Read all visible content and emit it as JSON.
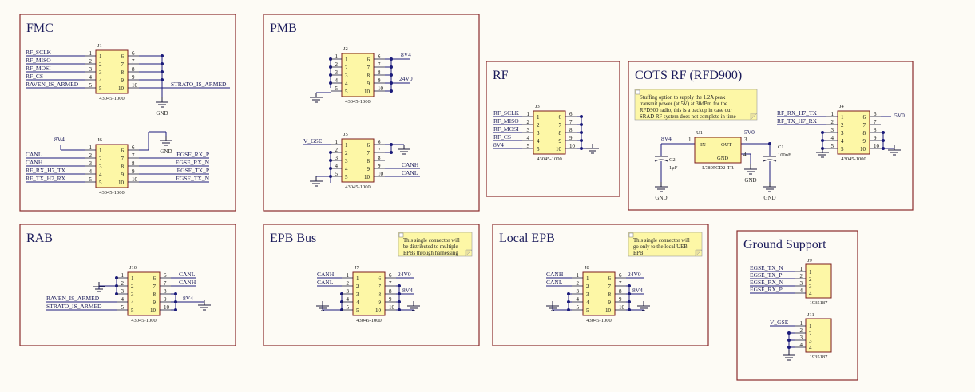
{
  "sections": {
    "fmc": "FMC",
    "pmb": "PMB",
    "rf": "RF",
    "cots": "COTS RF (RFD900)",
    "rab": "RAB",
    "epb_bus": "EPB Bus",
    "local_epb": "Local EPB",
    "ground": "Ground Support"
  },
  "parts": {
    "j1": "J1",
    "j2": "J2",
    "j3": "J3",
    "j4": "J4",
    "j5": "J5",
    "j6": "J6",
    "j7": "J7",
    "j8": "J8",
    "j9": "J9",
    "j10": "J10",
    "j11": "J11",
    "u1": "U1",
    "c1": "C1",
    "c2": "C2",
    "conn10": "43045-1000",
    "conn4": "1935187",
    "regulator": "L7805CD2-TR",
    "c1_value": "100nF",
    "c2_value": "1μF",
    "in": "IN",
    "out": "OUT",
    "gnd_pin": "GND"
  },
  "nets": {
    "rf_sclk": "RF_SCLK",
    "rf_miso": "RF_MISO",
    "rf_mosi": "RF_MOSI",
    "rf_cs": "RF_CS",
    "raven": "RAVEN_IS_ARMED",
    "strato": "STRATO_IS_ARMED",
    "gnd": "GND",
    "v8": "8V4",
    "v24": "24V0",
    "v5": "5V0",
    "vgse": "V_GSE",
    "canl": "CANL",
    "canh": "CANH",
    "egse_rx_p": "EGSE_RX_P",
    "egse_rx_n": "EGSE_RX_N",
    "egse_tx_p": "EGSE_TX_P",
    "egse_tx_n": "EGSE_TX_N",
    "rf_rx": "RF_RX_H7_TX",
    "rf_tx": "RF_TX_H7_RX"
  },
  "notes": {
    "rfd": [
      "Stuffing option to supply the 1.2A peak",
      "transmit power (at 5V) at 30dBm for the",
      "RFD900 radio, this is a backup in case our",
      "SRAD RF system does not complete in time"
    ],
    "epb_bus": [
      "This single connector will",
      "be distributed to multiple",
      "EPBs through harnessing"
    ],
    "local_epb": [
      "This single connector will",
      "go only to the local UEB",
      "EPB"
    ]
  }
}
